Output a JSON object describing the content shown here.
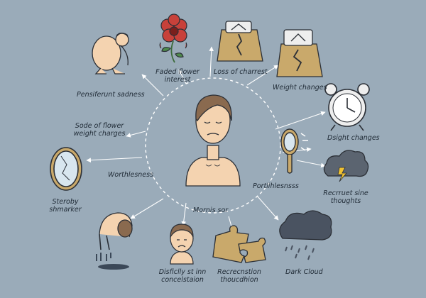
{
  "colors": {
    "background": "#9aabb9",
    "skin": "#f4d3b0",
    "hair": "#8a6a4f",
    "paper": "#c9a96b",
    "outline": "#2b2f36",
    "flower": "#c8413a",
    "cloud_light": "#5b6470",
    "cloud_dark": "#4a5361",
    "circle": "#ffffff"
  },
  "center": {
    "label": "Mornis sor",
    "icon": "sad-person-icon"
  },
  "nodes": [
    {
      "id": "persistent-sadness",
      "icon": "crouching-person-icon",
      "label": "Pensiferunt sadness"
    },
    {
      "id": "faded-flower",
      "icon": "wilted-flower-icon",
      "label": "Faded flower\ninterest"
    },
    {
      "id": "loss-of-charrest",
      "icon": "broken-scale-icon",
      "label": "Loss of charrest"
    },
    {
      "id": "weight-changes",
      "icon": "cracked-scale-icon",
      "label": "Weight changes"
    },
    {
      "id": "sleep-changes",
      "icon": "alarm-clock-icon",
      "label": "Dsight changes"
    },
    {
      "id": "portlihlesness",
      "icon": "cracked-mirror-icon",
      "label": "Portlihlesnsss"
    },
    {
      "id": "recurrent-thoughts",
      "icon": "storm-cloud-icon",
      "label": "Recrruet sine\nthoughts"
    },
    {
      "id": "dark-cloud",
      "icon": "rain-cloud-icon",
      "label": "Dark Cloud"
    },
    {
      "id": "recreation",
      "icon": "puzzle-pieces-icon",
      "label": "Recrecnstion\nthoucdhion"
    },
    {
      "id": "difficulty-concentration",
      "icon": "sad-face-icon",
      "label": "Disficlly st inn\nconcelstaion"
    },
    {
      "id": "hunched-person",
      "icon": "hunched-person-icon",
      "label": ""
    },
    {
      "id": "steroby-shmarker",
      "icon": "oval-mirror-icon",
      "label": "Steroby\nshmarker"
    },
    {
      "id": "worthlessness",
      "icon": "",
      "label": "Worthlesness"
    },
    {
      "id": "sode-of-flower",
      "icon": "",
      "label": "Sode of flower\nweight charges"
    }
  ]
}
